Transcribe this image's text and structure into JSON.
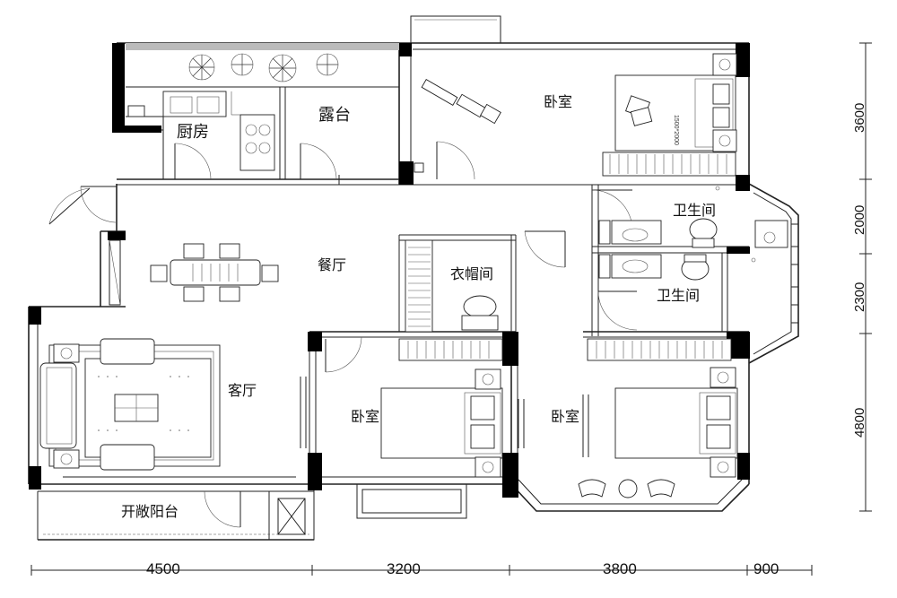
{
  "rooms": {
    "kitchen": "厨房",
    "terrace": "露台",
    "master_bedroom": "卧室",
    "bathroom_1": "卫生间",
    "bathroom_2": "卫生间",
    "dining": "餐厅",
    "cloakroom": "衣帽间",
    "living": "客厅",
    "bedroom_middle": "卧室",
    "bedroom_right": "卧室",
    "open_balcony": "开敞阳台"
  },
  "dimensions": {
    "horizontal": [
      "4500",
      "3200",
      "3800",
      "900"
    ],
    "vertical": [
      "3600",
      "2000",
      "2300",
      "4800"
    ]
  },
  "annotations": {
    "bed_size": "1500*2000"
  }
}
